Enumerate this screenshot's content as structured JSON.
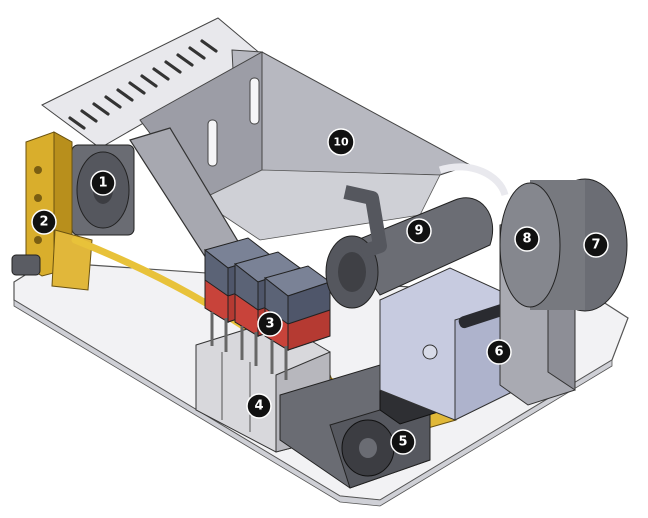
{
  "callouts": [
    "1",
    "2",
    "3",
    "4",
    "5",
    "6",
    "7",
    "8",
    "9",
    "10"
  ],
  "colors": {
    "base_plate": "#f2f2f4",
    "enclosure": "#a9aab2",
    "enclosure_light": "#c9cad0",
    "brass": "#d9ae2c",
    "brass_tube": "#e8c23a",
    "valve_blue": "#5b6376",
    "valve_red": "#c8433a",
    "motor_grey": "#6b6d74",
    "stepper": "#c7cbe0",
    "callout": "#111111"
  }
}
